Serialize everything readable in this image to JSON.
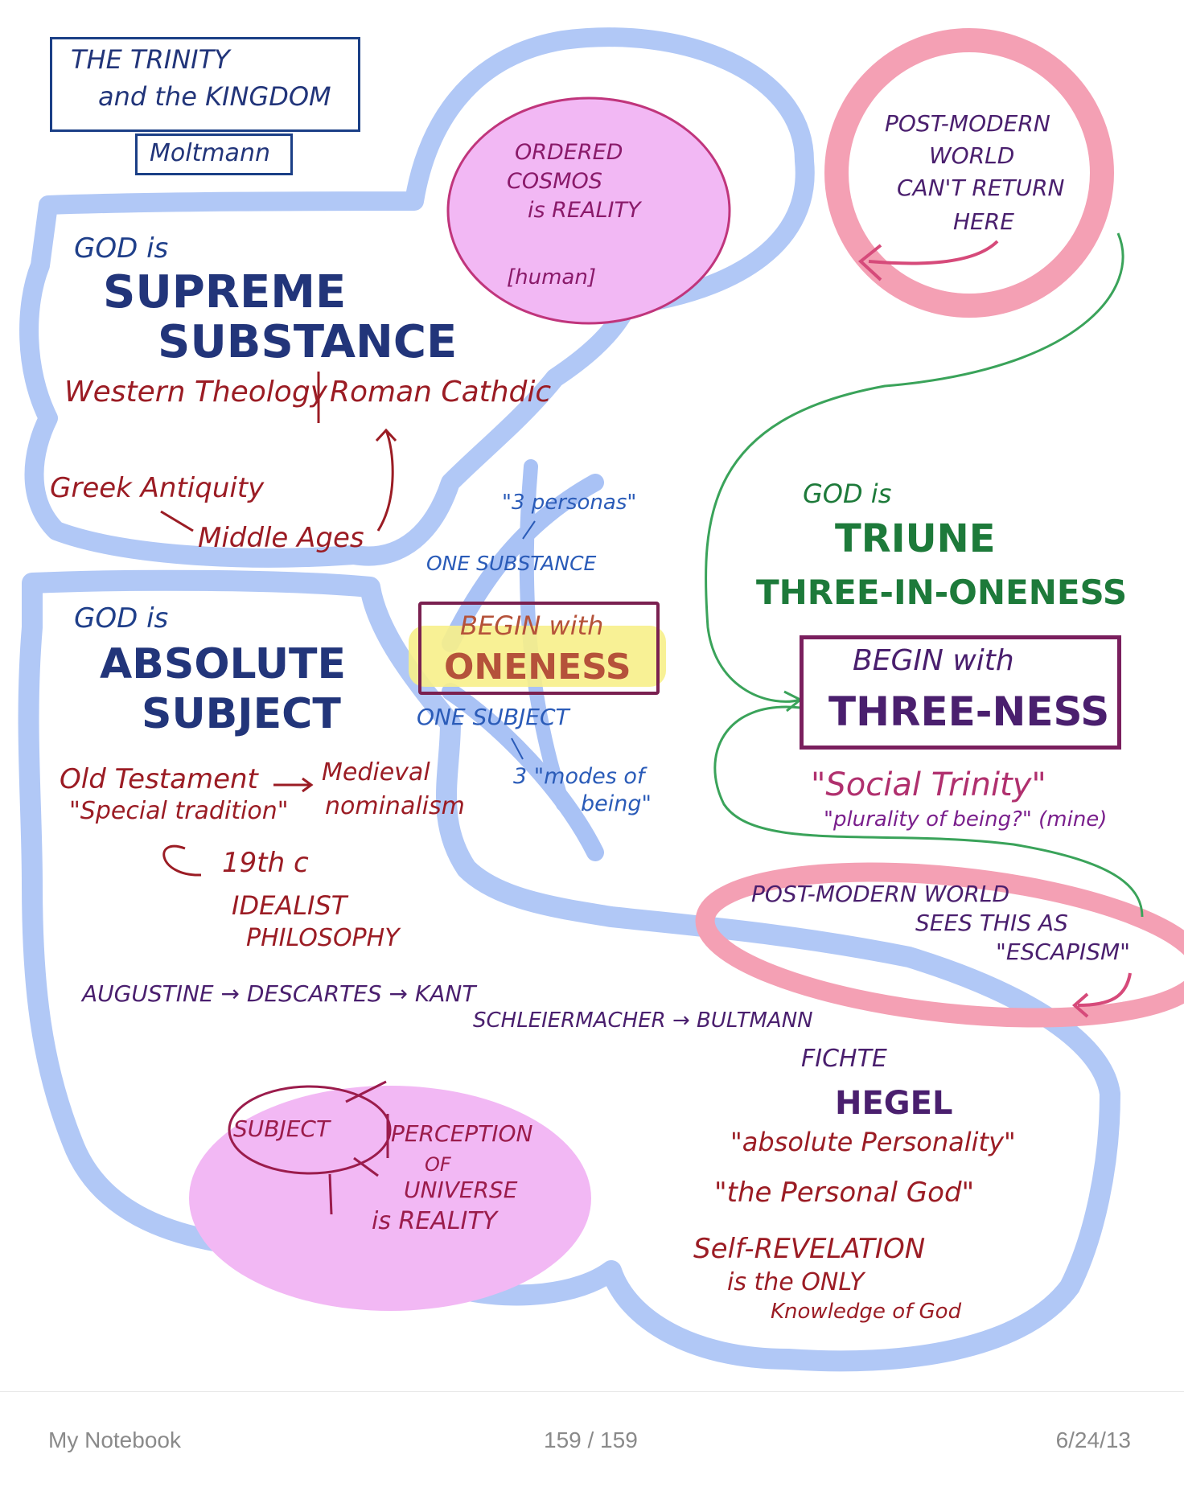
{
  "title": {
    "line1": "THE TRINITY",
    "line2": "and the KINGDOM",
    "author": "Moltmann"
  },
  "ordered_cosmos": {
    "line1": "ORDERED",
    "line2": "COSMOS",
    "line3": "is REALITY",
    "note": "[human]"
  },
  "postmodern_top": {
    "line1": "POST-MODERN",
    "line2": "WORLD",
    "line3": "CAN'T RETURN",
    "line4": "HERE"
  },
  "supreme": {
    "intro": "GOD is",
    "line1": "SUPREME",
    "line2": "SUBSTANCE",
    "western": "Western Theology",
    "roman": "Roman Cathdic",
    "greek": "Greek Antiquity",
    "middle": "Middle Ages"
  },
  "center": {
    "personas": "\"3 personas\"",
    "one_substance": "ONE SUBSTANCE",
    "begin_with": "BEGIN with",
    "oneness": "ONENESS",
    "one_subject": "ONE SUBJECT",
    "modes": "3 \"modes of",
    "being": "being\""
  },
  "absolute": {
    "intro": "GOD is",
    "line1": "ABSOLUTE",
    "line2": "SUBJECT",
    "ot": "Old Testament",
    "special": "\"Special tradition\"",
    "medieval": "Medieval",
    "nominalism": "nominalism",
    "nineteenth": "19th c",
    "idealist": "IDEALIST",
    "philosophy": "PHILOSOPHY"
  },
  "triune": {
    "intro": "GOD is",
    "line1": "TRIUNE",
    "line2": "THREE-IN-ONENESS",
    "begin_with": "BEGIN with",
    "threeness": "THREE-NESS",
    "social": "\"Social Trinity\"",
    "plurality": "\"plurality of being?\" (mine)"
  },
  "postmodern_bottom": {
    "line1": "POST-MODERN WORLD",
    "line2": "SEES THIS AS",
    "line3": "\"ESCAPISM\""
  },
  "lineage": {
    "row1": "AUGUSTINE → DESCARTES → KANT",
    "row2": "SCHLEIERMACHER → BULTMANN"
  },
  "subject_bubble": {
    "subject": "SUBJECT",
    "perception": "PERCEPTION",
    "of": "OF",
    "universe": "UNIVERSE",
    "reality": "is REALITY"
  },
  "hegel": {
    "fichte": "FICHTE",
    "hegel": "HEGEL",
    "absolute_personality": "\"absolute Personality\"",
    "personal_god": "\"the Personal God\"",
    "self_revelation": "Self-REVELATION",
    "is_the_only": "is the ONLY",
    "knowledge": "Knowledge of God"
  },
  "footer": {
    "notebook": "My Notebook",
    "page": "159 / 159",
    "date": "6/24/13"
  },
  "colors": {
    "blue_outline": "#a9c2f5",
    "pink_outline": "#f4a0b4",
    "magenta_fill": "#f2b8f4",
    "highlight": "#f7f08a",
    "green_line": "#3aa35a"
  }
}
